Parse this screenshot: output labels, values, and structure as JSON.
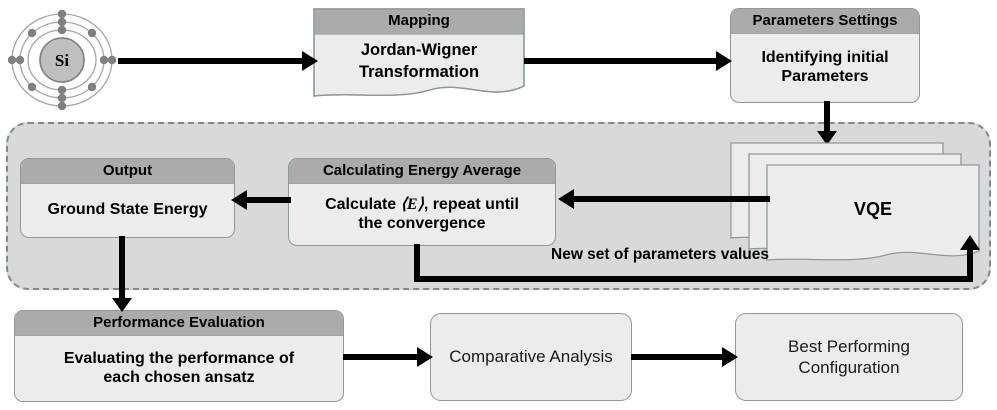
{
  "diagram": {
    "title": "VQE workflow flowchart",
    "colors": {
      "header_gray": "#ababab",
      "box_body": "#ececec",
      "container_fill": "#d9d9d9",
      "container_border": "#7d8a8e",
      "box_border": "#8c9a9e",
      "arrow": "#000000",
      "nucleus_fill": "#bfbfbf",
      "shell_stroke": "#a6a6a6",
      "electron_fill": "#808080"
    }
  },
  "atom": {
    "name": "silicon-atom",
    "nucleus_label": "Si",
    "shells": 3,
    "electrons_per_shell": [
      2,
      8,
      4
    ]
  },
  "nodes": {
    "mapping": {
      "header": "Mapping",
      "body_line1": "Jordan-Wigner",
      "body_line2": "Transformation",
      "shape": "document"
    },
    "parameters_settings": {
      "header": "Parameters Settings",
      "body_line1": "Identifying initial",
      "body_line2": "Parameters",
      "shape": "rounded-process"
    },
    "vqe": {
      "label": "VQE",
      "shape": "stacked-document",
      "stack_count": 3
    },
    "calculating_energy_average": {
      "header": "Calculating Energy Average",
      "body_line1_pre": "Calculate ",
      "body_line1_math": "⟨E⟩",
      "body_line1_post": ", repeat until",
      "body_line2": "the convergence",
      "shape": "rounded-process"
    },
    "output": {
      "header": "Output",
      "body_line1": "Ground State Energy",
      "shape": "rounded-process"
    },
    "performance_evaluation": {
      "header": "Performance Evaluation",
      "body_line1": "Evaluating the performance of",
      "body_line2": "each chosen ansatz",
      "shape": "rounded-process"
    },
    "comparative_analysis": {
      "label": "Comparative Analysis",
      "shape": "rounded-plain"
    },
    "best_performing_configuration": {
      "label_line1": "Best Performing",
      "label_line2": "Configuration",
      "shape": "rounded-plain"
    }
  },
  "edges": {
    "atom_to_mapping": {
      "label": ""
    },
    "mapping_to_parameters": {
      "label": ""
    },
    "parameters_to_vqe": {
      "label": ""
    },
    "vqe_to_energy": {
      "label": ""
    },
    "energy_to_output": {
      "label": ""
    },
    "feedback_loop": {
      "label": "New set of parameters values"
    },
    "output_to_performance": {
      "label": ""
    },
    "performance_to_comparative": {
      "label": ""
    },
    "comparative_to_best": {
      "label": ""
    }
  }
}
